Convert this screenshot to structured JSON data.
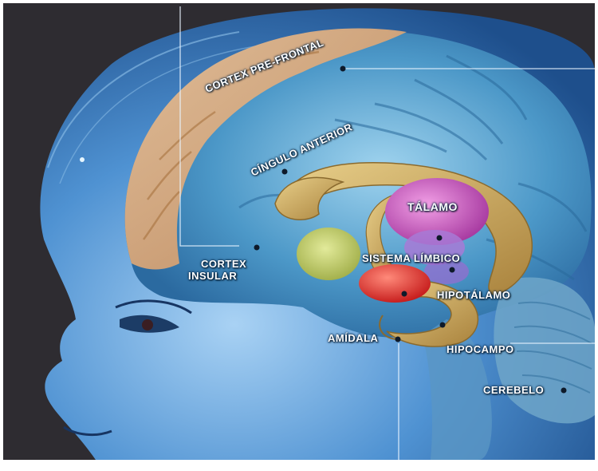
{
  "labels": {
    "cortex_prefrontal": "CORTEX PRE-FRONTAL",
    "cingulo_anterior": "CÍNGULO ANTERIOR",
    "talamo": "TÁLAMO",
    "cortex_insular_line1": "CORTEX",
    "cortex_insular_line2": "INSULAR",
    "sistema_limbico": "SISTEMA LÍMBICO",
    "hipotalamo": "HIPOTÁLAMO",
    "amidala": "AMÍDALA",
    "hipocampo": "HIPOCAMPO",
    "cerebelo": "CEREBELO"
  },
  "colors": {
    "background": "#2b2a2e",
    "skin": "#4d8fd0",
    "prefrontal_cortex": "#d9a877",
    "brain": "#3f7fb6",
    "thalamus": "#c43fb3",
    "limbic": "#c9a45a",
    "insula": "#bcc75d",
    "amygdala": "#e23030",
    "hypothalamus": "#9a6bd0"
  }
}
